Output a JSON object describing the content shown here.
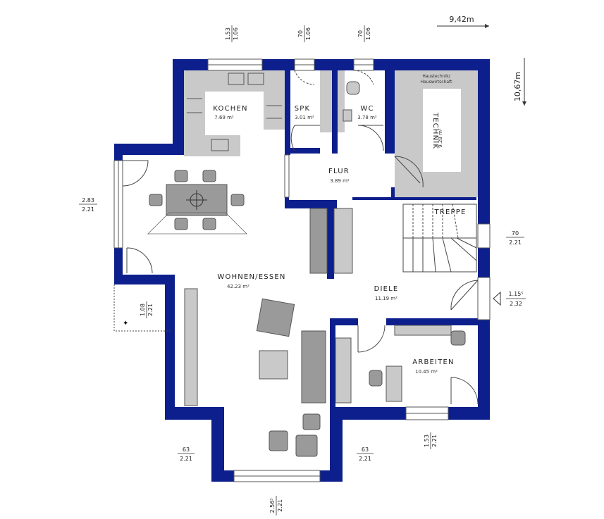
{
  "overall": {
    "width": "9,42m",
    "depth": "10,67m"
  },
  "rooms": {
    "kochen": {
      "name": "KOCHEN",
      "area": "7.69 m²"
    },
    "spk": {
      "name": "SPK",
      "area": "3.01 m²"
    },
    "wc": {
      "name": "WC",
      "area": "3.78 m²"
    },
    "technik": {
      "name": "TECHNIK",
      "area": "9.28 m²"
    },
    "hauswirtschaft": {
      "line1": "Haustechnik/",
      "line2": "Hauswirtschaft"
    },
    "flur": {
      "name": "FLUR",
      "area": "3.89 m²"
    },
    "treppe": {
      "name": "TREPPE"
    },
    "wohnen": {
      "name": "WOHNEN/ESSEN",
      "area": "42.23 m²"
    },
    "diele": {
      "name": "DIELE",
      "area": "11.19 m²"
    },
    "arbeiten": {
      "name": "ARBEITEN",
      "area": "10.45 m²"
    }
  },
  "dimensions": {
    "top_kitchen": {
      "top": "1.53",
      "bottom": "1.06"
    },
    "top_spk": {
      "top": "70",
      "bottom": "1.06"
    },
    "top_wc": {
      "top": "70",
      "bottom": "1.06"
    },
    "left_dining": {
      "top": "2.83",
      "bottom": "2.21"
    },
    "left_door": {
      "top": "1.08",
      "bottom": "2.21"
    },
    "right_stair": {
      "top": "70",
      "bottom": "2.21"
    },
    "right_entry": {
      "top": "1.15⁵",
      "bottom": "2.32"
    },
    "bottom_office": {
      "top": "1.53",
      "bottom": "2.21"
    },
    "bottom_left": {
      "top": "63",
      "bottom": "2.21"
    },
    "bottom_right": {
      "top": "63",
      "bottom": "2.21"
    },
    "bottom_bay": {
      "top": "2.56⁵",
      "bottom": "2.21"
    }
  },
  "colors": {
    "wall": "#0d1f8c",
    "fixture": "#c9c9c9",
    "furniture": "#9a9a9a",
    "line": "#333333"
  }
}
